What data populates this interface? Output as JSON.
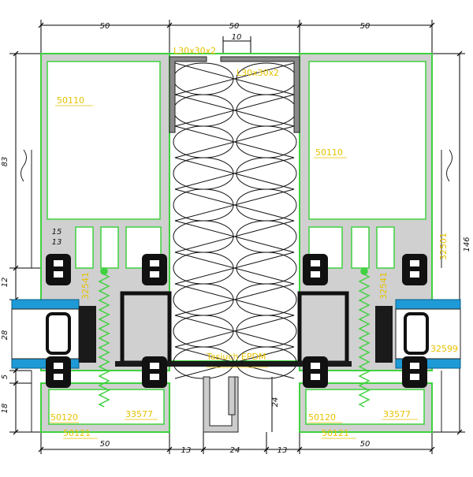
{
  "drawing": {
    "colors": {
      "background": "#ffffff",
      "profile_fill": "#d0d0d0",
      "profile_outline": "#3fd13f",
      "dimension_line": "#000000",
      "label_text": "#e6c200",
      "glass": "#1e9ad6",
      "gasket": "#111111",
      "screw": "#3fd13f"
    },
    "dimensions_top": {
      "left": "50",
      "middle": "50",
      "right": "50",
      "angle_offset": "10"
    },
    "dimensions_bottom": {
      "left": "50",
      "gap_left": "13",
      "channel": "24",
      "gap_right": "13",
      "right": "50"
    },
    "dimensions_left": {
      "total_height": "83",
      "d1": "12",
      "d2": "28",
      "d3": "5",
      "d4": "18"
    },
    "dimension_right": "146",
    "dimension_channel_depth": "24",
    "detail_dims": {
      "a": "15",
      "b": "13"
    },
    "labels": {
      "angle_left": "L30x30x2",
      "angle_right": "L30x30x2",
      "profile_top_left": "50110",
      "profile_top_right": "50110",
      "gasket_left": "32541",
      "gasket_right": "32541",
      "seal_right_top": "32501",
      "seal_right_bottom": "32599",
      "seal_strip": "Tasiuch EPDM",
      "cover_inner_left": "50120",
      "cover_outer_left": "50121",
      "cover_inner_right": "50120",
      "cover_outer_right": "50121",
      "screw_left": "33577",
      "screw_right": "33577"
    }
  }
}
